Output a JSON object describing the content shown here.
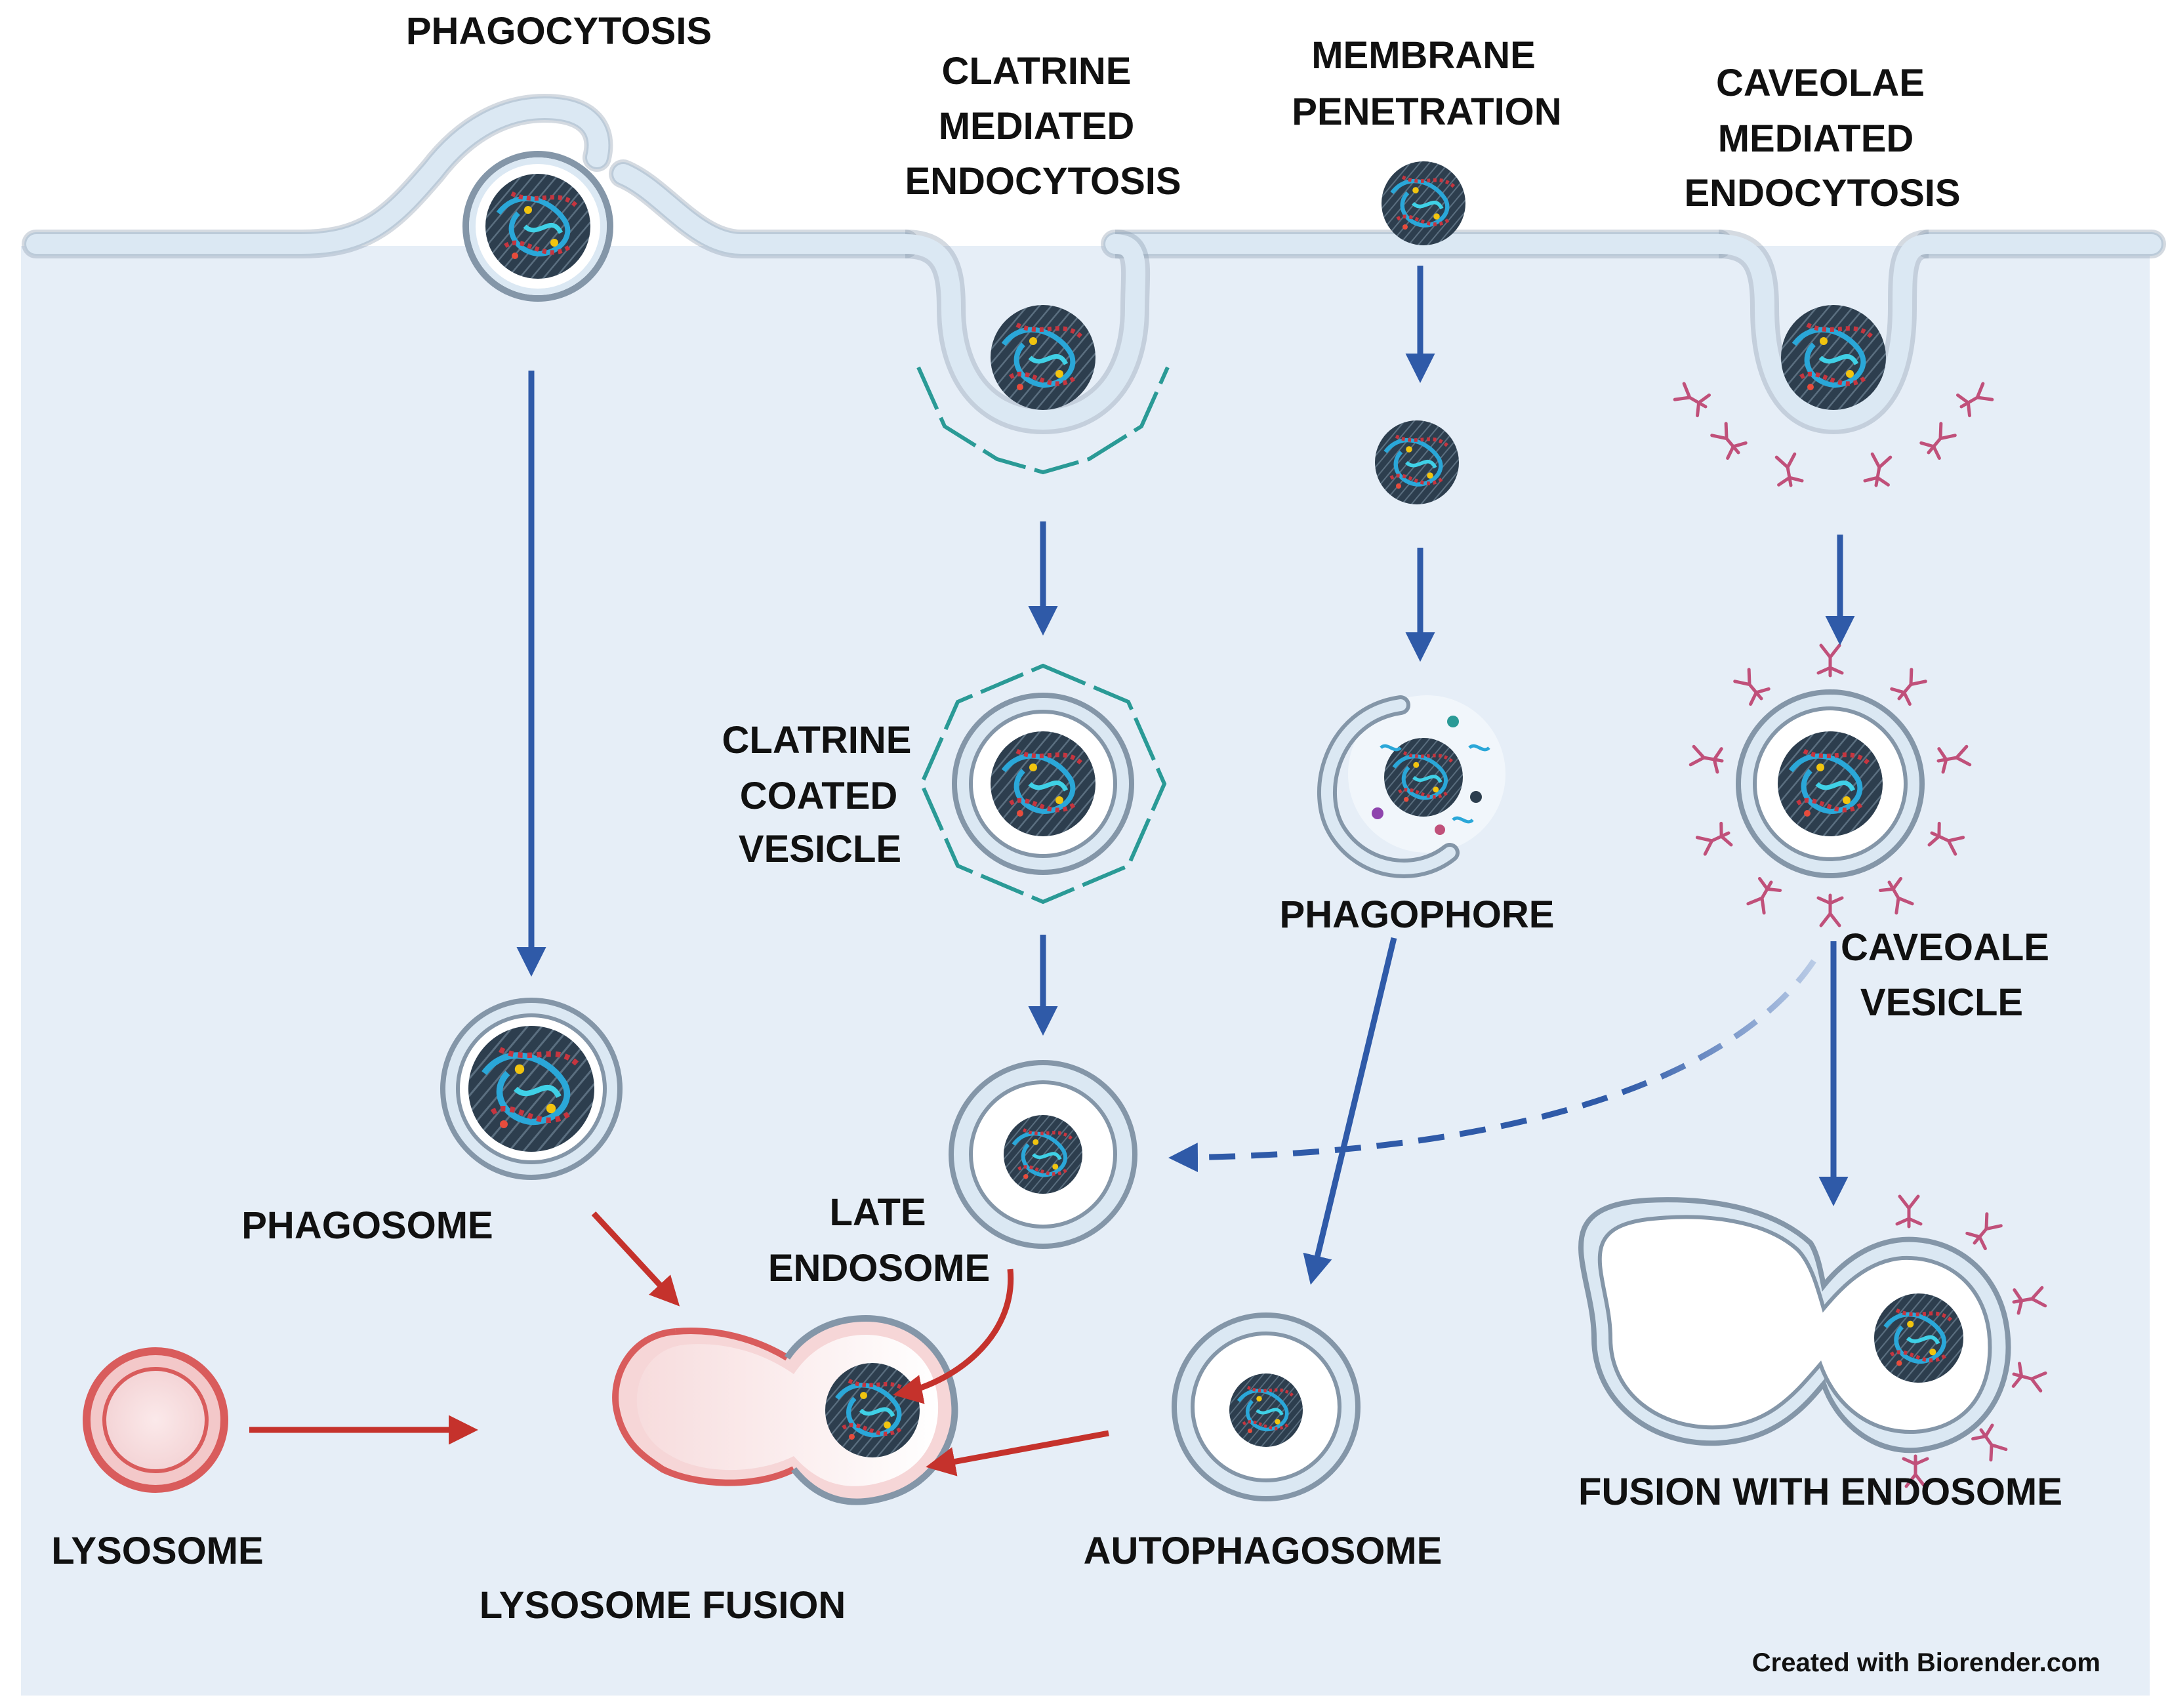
{
  "colors": {
    "cytoplasm": "#e6eef7",
    "membrane_fill": "#dbe8f3",
    "membrane_stroke": "#8496a8",
    "blue_arrow": "#2f5aa8",
    "red_arrow": "#c5322c",
    "clathrin": "#2a9a96",
    "caveolin": "#c0507a",
    "lysosome": "#d95c5c",
    "particle": "#2d3e4e"
  },
  "labels": {
    "phagocytosis": "PHAGOCYTOSIS",
    "clathrin_mediated": [
      "CLATRINE",
      "MEDIATED",
      "ENDOCYTOSIS"
    ],
    "membrane_penetration": [
      "MEMBRANE",
      "PENETRATION"
    ],
    "caveolae_mediated": [
      "CAVEOLAE",
      "MEDIATED",
      "ENDOCYTOSIS"
    ],
    "clathrin_coated_vesicle": [
      "CLATRINE",
      "COATED",
      "VESICLE"
    ],
    "phagophore": "PHAGOPHORE",
    "caveolae_vesicle": [
      "CAVEOALE",
      "VESICLE"
    ],
    "phagosome": "PHAGOSOME",
    "late_endosome": [
      "LATE",
      "ENDOSOME"
    ],
    "autophagosome": "AUTOPHAGOSOME",
    "fusion_with_endosome": "FUSION WITH ENDOSOME",
    "lysosome": "LYSOSOME",
    "lysosome_fusion": "LYSOSOME FUSION",
    "credit": "Created with Biorender.com"
  }
}
